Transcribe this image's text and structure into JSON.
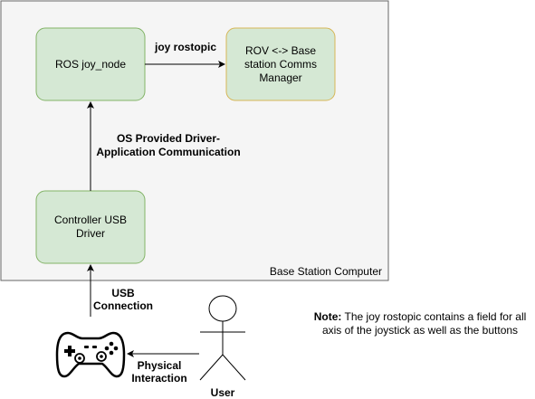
{
  "container": {
    "label": "Base Station Computer",
    "fill": "#f5f5f5",
    "stroke": "#666666"
  },
  "nodes": {
    "joy_node": {
      "label": "ROS joy_node",
      "fill": "#d5e8d4",
      "stroke": "#82b366"
    },
    "comms_manager": {
      "lines": [
        "ROV <-> Base",
        "station Comms",
        "Manager"
      ],
      "fill": "#d5e8d4",
      "stroke": "#d6b656"
    },
    "usb_driver": {
      "lines": [
        "Controller USB",
        "Driver"
      ],
      "fill": "#d5e8d4",
      "stroke": "#82b366"
    }
  },
  "edges": {
    "joy_rostopic": {
      "label": "joy rostopic"
    },
    "os_driver": {
      "lines": [
        "OS Provided Driver-",
        "Application Communication"
      ]
    },
    "usb_connection": {
      "lines": [
        "USB",
        "Connection"
      ]
    },
    "physical_interaction": {
      "lines": [
        "Physical",
        "Interaction"
      ]
    }
  },
  "actor": {
    "label": "User"
  },
  "device": {
    "icon": "gamepad-icon"
  },
  "note": {
    "prefix": "Note:",
    "text": "The joy rostopic contains a field for all axis of the joystick as well as the buttons"
  }
}
